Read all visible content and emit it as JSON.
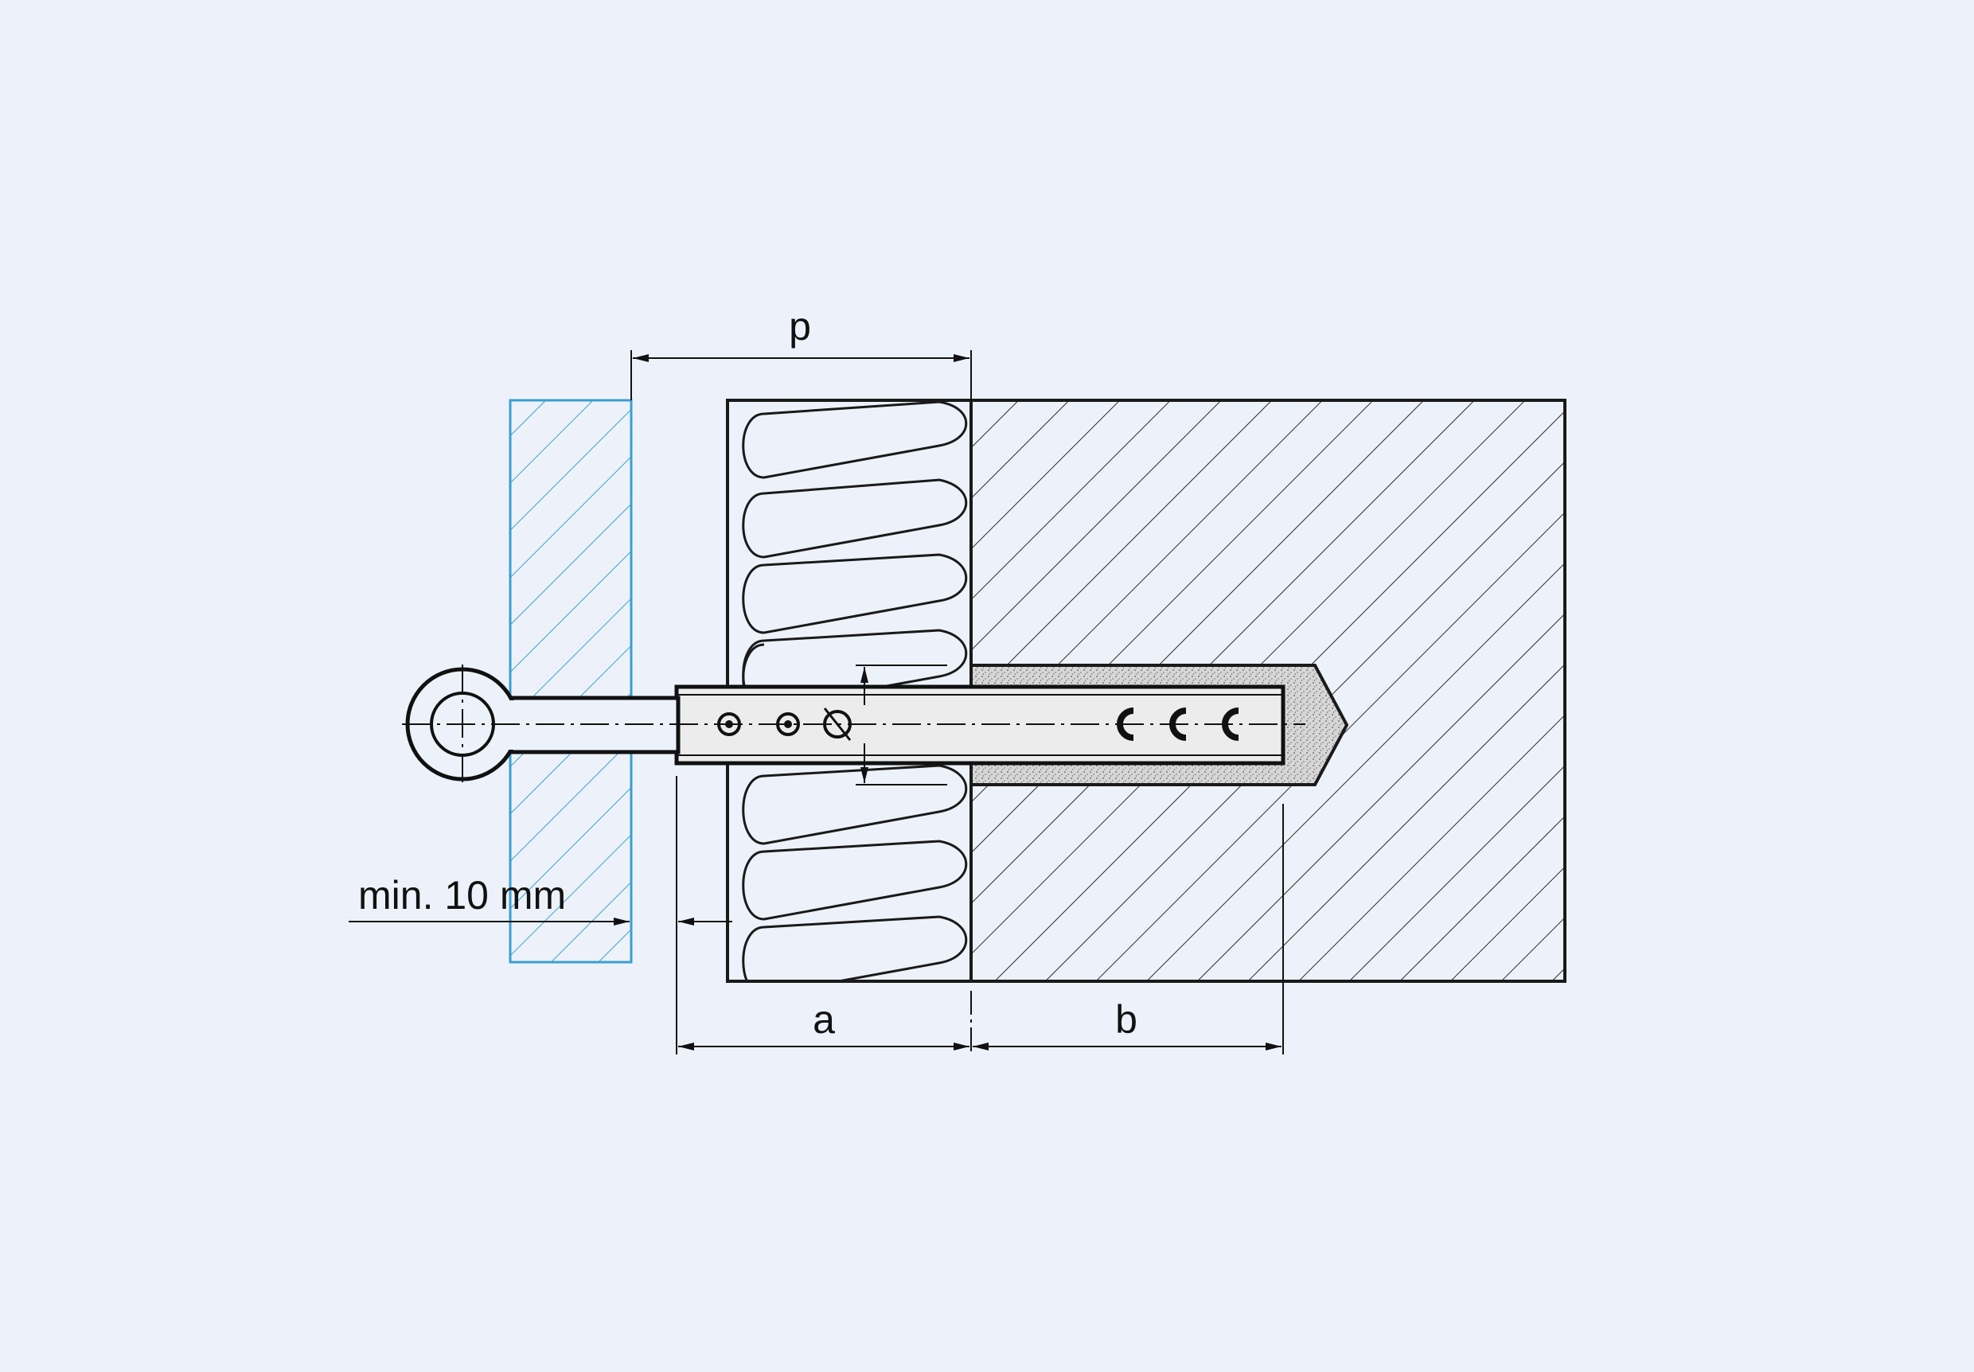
{
  "labels": {
    "p": "p",
    "a": "a",
    "b": "b",
    "min_gap": "min. 10 mm"
  },
  "colors": {
    "background": "#edf2fa",
    "line": "#1a1a1a",
    "cladding": "#3a9fd0",
    "mortar": "#c8c8c8"
  }
}
